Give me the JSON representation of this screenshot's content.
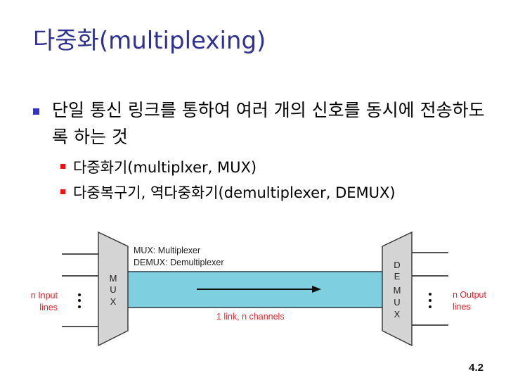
{
  "slide": {
    "title": "다중화(multiplexing)",
    "bullets": [
      {
        "text": "단일 통신 링크를 통하여 여러 개의 신호를 동시에 전송하도록 하는 것",
        "sub_bullets": [
          "다중화기(multiplxer, MUX)",
          "다중복구기, 역다중화기(demultiplexer, DEMUX)"
        ]
      }
    ],
    "page_number": "4.2"
  },
  "diagram": {
    "legend_line1": "MUX: Multiplexer",
    "legend_line2": "DEMUX: Demultiplexer",
    "mux_letters": [
      "M",
      "U",
      "X"
    ],
    "demux_letters": [
      "D",
      "E",
      "M",
      "U",
      "X"
    ],
    "input_label_line1": "n Input",
    "input_label_line2": "lines",
    "output_label_line1": "n Output",
    "output_label_line2": "lines",
    "link_label": "1 link, n channels",
    "colors": {
      "title": "#2e3192",
      "bullet_l1": "#3333cc",
      "bullet_l2": "#ee1111",
      "link_fill": "#7ecfe0",
      "device_fill": "#d4d4d4",
      "label_red": "#e8202a"
    }
  }
}
